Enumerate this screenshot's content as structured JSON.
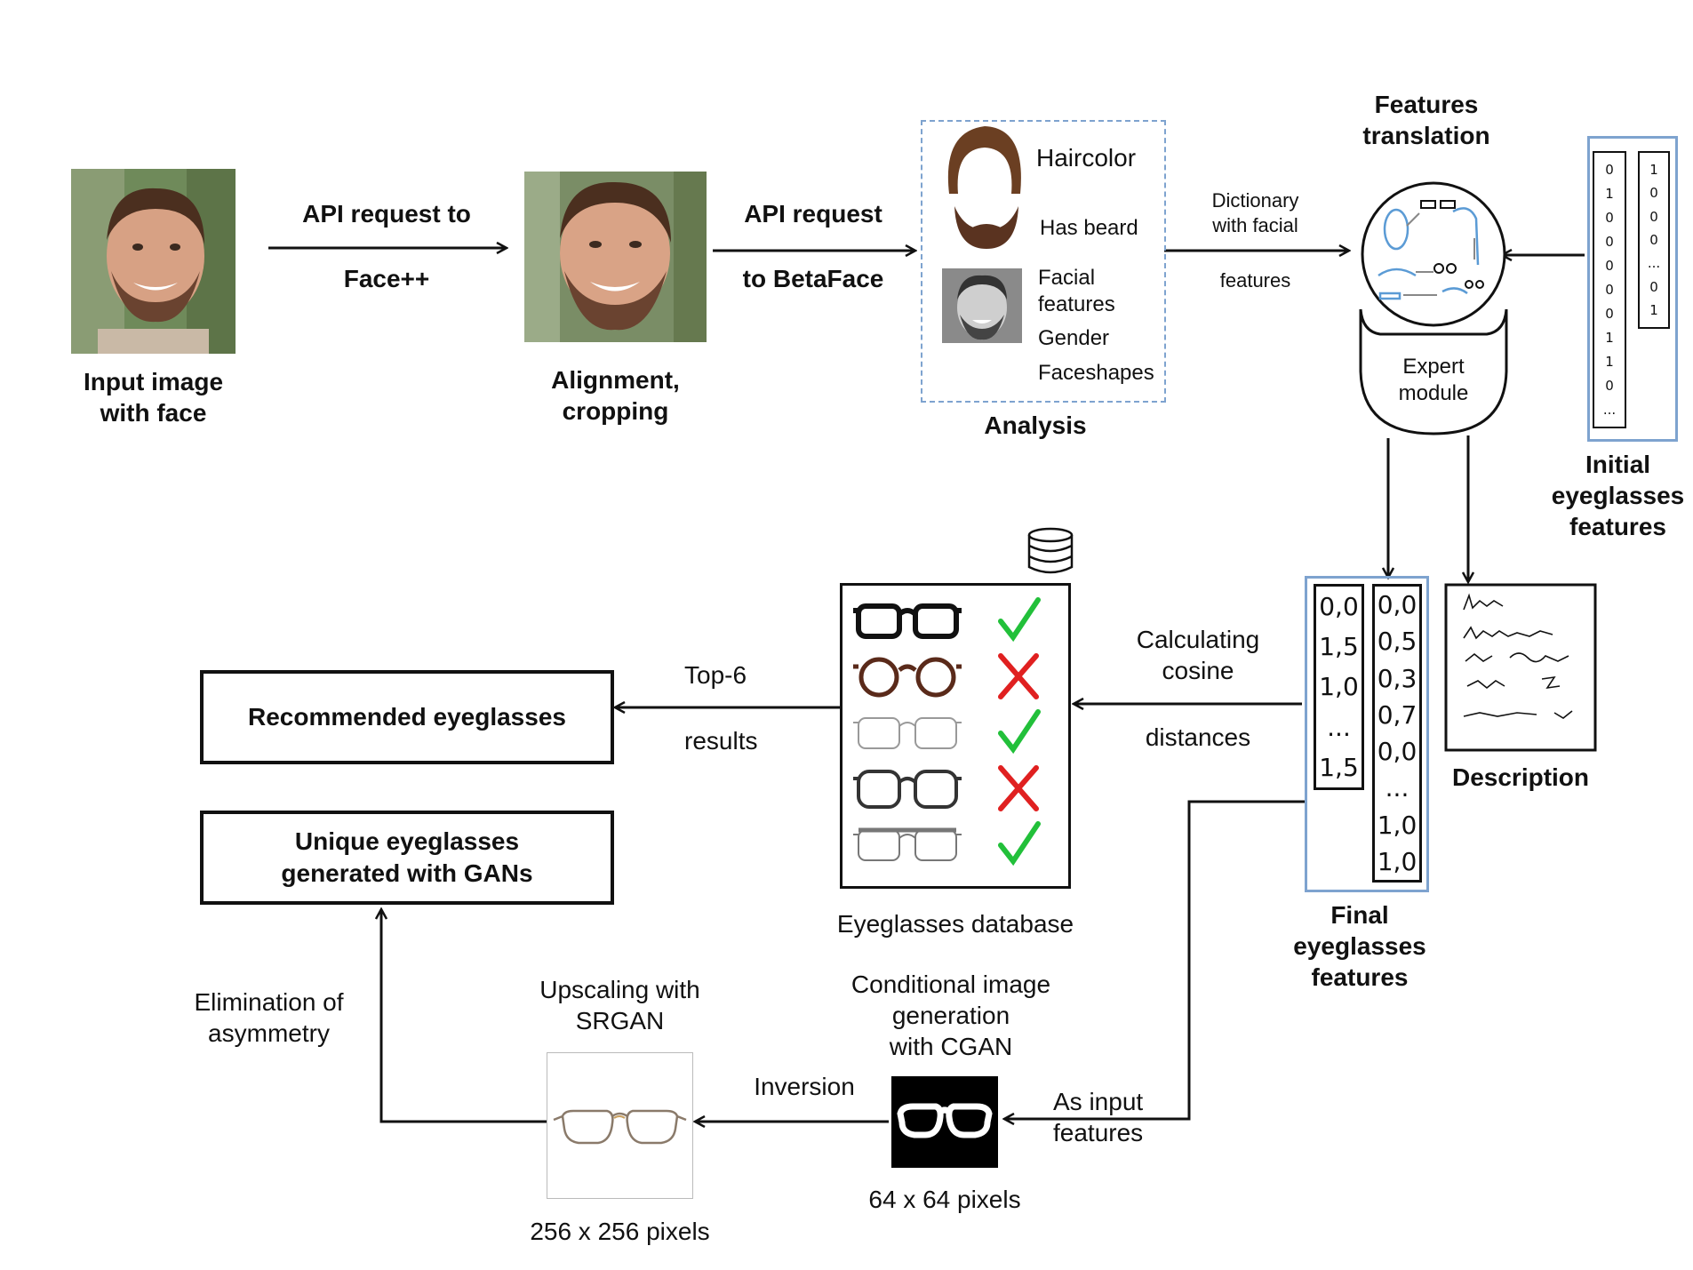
{
  "stages": {
    "input_image": "Input image\nwith face",
    "alignment": "Alignment,\ncropping",
    "analysis": "Analysis",
    "features_translation": "Features\ntranslation",
    "expert_module": "Expert\nmodule",
    "initial_features": "Initial\neyeglasses\nfeatures",
    "description": "Description",
    "final_features": "Final\neyeglasses\nfeatures",
    "eyeglasses_database": "Eyeglasses database",
    "recommended": "Recommended eyeglasses",
    "unique_gan": "Unique eyeglasses\ngenerated with GANs",
    "srgan": "Upscaling with\nSRGAN",
    "cgan": "Conditional image\ngeneration\nwith CGAN",
    "size_256": "256 x 256 pixels",
    "size_64": "64 x 64 pixels"
  },
  "edges": {
    "facepp_top": "API request to",
    "facepp_bottom": "Face++",
    "betaface_top": "API request",
    "betaface_bottom": "to BetaFace",
    "dict_top": "Dictionary\nwith facial",
    "dict_bottom": "features",
    "cosine_top": "Calculating\ncosine",
    "cosine_bottom": "distances",
    "top6_top": "Top-6",
    "top6_bottom": "results",
    "input_features": "As input\nfeatures",
    "inversion": "Inversion",
    "asymmetry": "Elimination of\nasymmetry"
  },
  "analysis_items": {
    "haircolor": "Haircolor",
    "beard": "Has beard",
    "facial": "Facial\nfeatures",
    "gender": "Gender",
    "faceshapes": "Faceshapes"
  },
  "initial_vectors": {
    "left": [
      "0",
      "1",
      "0",
      "0",
      "0",
      "0",
      "0",
      "1",
      "1",
      "0",
      "..."
    ],
    "right": [
      "1",
      "0",
      "0",
      "0",
      "...",
      "0",
      "1"
    ]
  },
  "final_vectors": {
    "left": [
      "0,0",
      "1,5",
      "1,0",
      "...",
      "1,5"
    ],
    "right": [
      "0,0",
      "0,5",
      "0,3",
      "0,7",
      "0,0",
      "...",
      "1,0",
      "1,0"
    ]
  },
  "database_rows": [
    {
      "frame": "rectangular-black",
      "result": "match"
    },
    {
      "frame": "round-brown",
      "result": "reject"
    },
    {
      "frame": "rectangular-thin",
      "result": "match"
    },
    {
      "frame": "square-black",
      "result": "reject"
    },
    {
      "frame": "browline-thin",
      "result": "match"
    }
  ],
  "colors": {
    "frame_blue": "#7ea3cf",
    "check_green": "#22c03a",
    "cross_red": "#e02020",
    "sketch_blue": "#5b9bd5"
  }
}
